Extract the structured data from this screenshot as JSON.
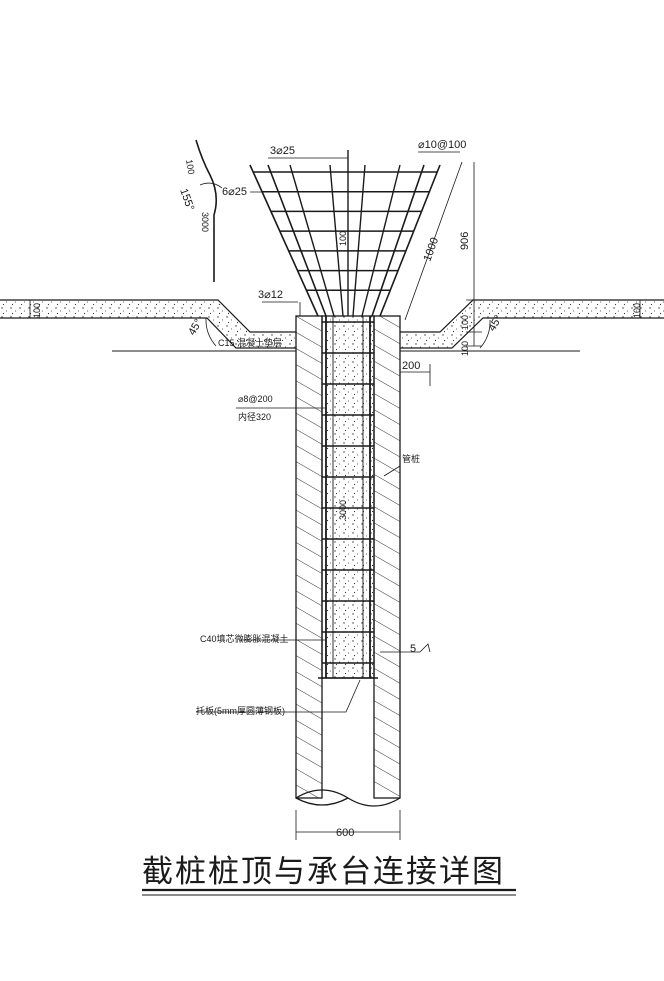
{
  "title": "截桩桩顶与承台连接详图",
  "labels": {
    "top_bars": "3⌀25",
    "side_bars": "6⌀25",
    "stirrup_top": "⌀10@100",
    "ring_bar": "3⌀12",
    "spiral": "⌀8@200",
    "spiral_inner": "内径320",
    "cushion": "C15 混凝土垫层",
    "casing": "管桩",
    "fill_concrete": "C40填芯微膨胀混凝土",
    "plate": "托板(5mm厚圆薄钢板)",
    "dim_600": "600",
    "dim_200": "200",
    "dim_1000": "1000",
    "dim_906": "906",
    "dim_100": "100",
    "dim_100b": "100",
    "dim_3000": "3000",
    "dim_slope_l": "45°",
    "dim_slope_r": "45°",
    "dim_100_l": "100",
    "dim_100_r": "100",
    "weld": "5",
    "bend_100": "100",
    "bend_155": "155°",
    "bend_3000": "3000"
  }
}
